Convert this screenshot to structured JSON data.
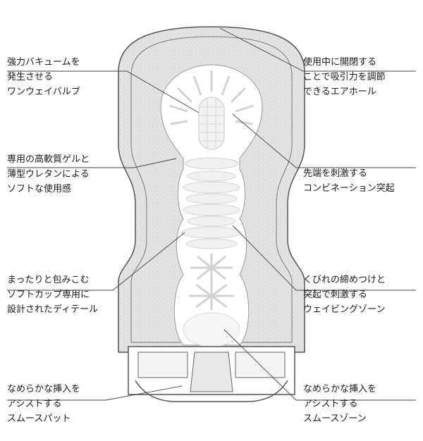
{
  "labels": {
    "vacuum_bulb": [
      "強力バキュームを",
      "発生させる",
      "ワンウェイバルブ"
    ],
    "gel": [
      "専用の高軟質ゲルと",
      "薄型ウレタンによる",
      "ソフトな使用感"
    ],
    "detail": [
      "まったりと包みこむ",
      "ソフトカップ専用に",
      "設計されたディテール"
    ],
    "smooth_pad": [
      "なめらかな挿入を",
      "アシストする",
      "スムースパット"
    ],
    "air_hole": [
      "使用中に開閉する",
      "ことで吸引力を調節",
      "できるエアホール"
    ],
    "tip": [
      "先端を刺激する",
      "コンビネーション突起"
    ],
    "waving": [
      "くびれの締めつけと",
      "突起で刺激する",
      "ウェイビングゾーン"
    ],
    "smooth_zone": [
      "なめらかな挿入を",
      "アシストする",
      "スムースゾーン"
    ]
  },
  "colors": {
    "outline": "#555555",
    "shell": "#dcdcdc",
    "inner": "#ffffff",
    "leader": "#444444"
  }
}
